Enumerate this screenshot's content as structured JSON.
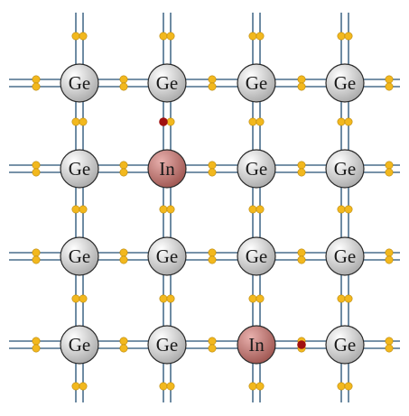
{
  "lattice": {
    "rows": [
      [
        "Ge",
        "Ge",
        "Ge",
        "Ge"
      ],
      [
        "Ge",
        "In",
        "Ge",
        "Ge"
      ],
      [
        "Ge",
        "Ge",
        "Ge",
        "Ge"
      ],
      [
        "Ge",
        "Ge",
        "In",
        "Ge"
      ]
    ],
    "holes": [
      {
        "near_row": 1,
        "near_col": 1,
        "position": "above"
      },
      {
        "near_row": 3,
        "near_col": 2,
        "position": "right"
      }
    ]
  },
  "colors": {
    "bond_line": "#4a6e8c",
    "electron": "#f2b81e",
    "electron_stroke": "#b8860b",
    "hole": "#a01010",
    "ge_atom_light": "#ffffff",
    "ge_atom_dark": "#a9a9a9",
    "in_atom_light": "#e8b0ad",
    "in_atom_dark": "#9e5550",
    "atom_stroke": "#2a2a2a",
    "label": "#1a1a1a"
  }
}
